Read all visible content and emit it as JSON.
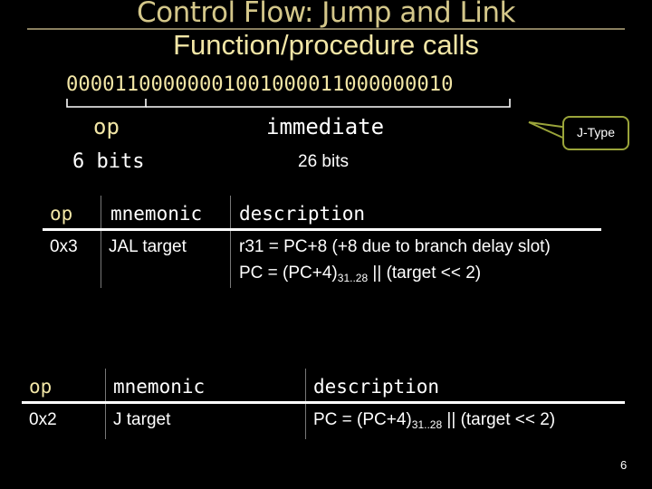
{
  "title": "Control Flow: Jump and Link",
  "subtitle": "Function/procedure calls",
  "encoding": {
    "bits": "00001100000001001000011000000010",
    "op_label": "op",
    "immediate_label": "immediate",
    "op_bits": "6 bits",
    "immediate_bits": "26 bits",
    "callout": "J-Type"
  },
  "table1": {
    "headers": {
      "op": "op",
      "mnemonic": "mnemonic",
      "description": "description"
    },
    "row": {
      "op": "0x3",
      "mnemonic": "JAL target",
      "desc_line1": "r31 = PC+8 (+8 due to branch delay slot)",
      "desc_line2_pre": "PC = (PC+4)",
      "desc_line2_sub": "31..28",
      "desc_line2_post": " || (target << 2)"
    }
  },
  "table2": {
    "headers": {
      "op": "op",
      "mnemonic": "mnemonic",
      "description": "description"
    },
    "row": {
      "op": "0x2",
      "mnemonic": "J target",
      "desc_pre": "PC = (PC+4)",
      "desc_sub": "31..28",
      "desc_post": " || (target << 2)"
    }
  },
  "page_number": "6"
}
